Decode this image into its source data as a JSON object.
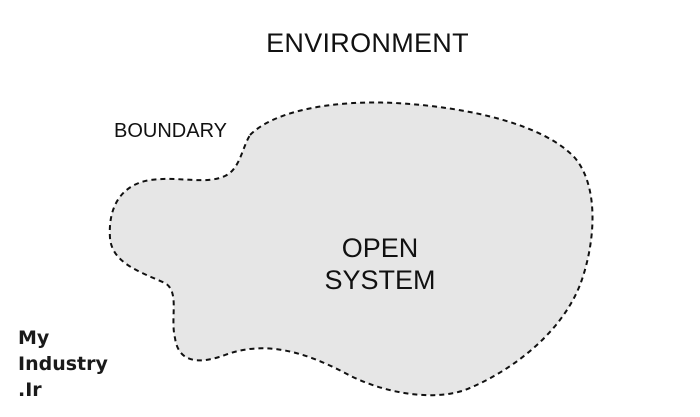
{
  "diagram": {
    "environment_label": "ENVIRONMENT",
    "boundary_label": "BOUNDARY",
    "system_label_line1": "OPEN",
    "system_label_line2": "SYSTEM",
    "region_fill": "#e6e6e6",
    "boundary_stroke": "#111111",
    "boundary_style": "dashed"
  },
  "watermark": {
    "line1": "My",
    "line2": "Industry",
    "line3": ".Ir"
  }
}
